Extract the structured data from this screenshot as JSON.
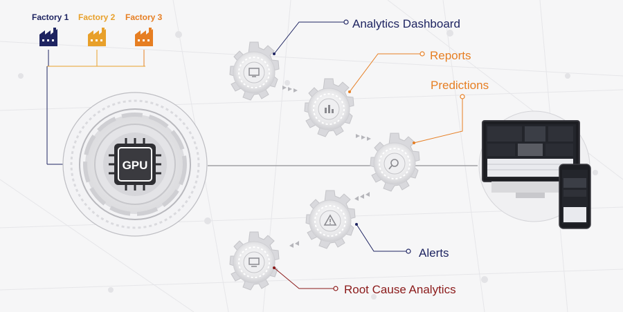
{
  "factories": [
    {
      "label": "Factory 1",
      "color": "#1e2461",
      "icon": "factory-icon"
    },
    {
      "label": "Factory 2",
      "color": "#e8a02a",
      "icon": "factory-icon"
    },
    {
      "label": "Factory 3",
      "color": "#e67e22",
      "icon": "factory-icon"
    }
  ],
  "hub": {
    "label": "GPU",
    "icon": "gpu-chip-icon"
  },
  "outputs": [
    {
      "label": "Analytics Dashboard",
      "color": "#1e2461",
      "icon": "monitor-icon"
    },
    {
      "label": "Reports",
      "color": "#e67e22",
      "icon": "report-chart-icon"
    },
    {
      "label": "Predictions",
      "color": "#e67e22",
      "icon": "magnifier-icon"
    },
    {
      "label": "Alerts",
      "color": "#1e2461",
      "icon": "warning-icon"
    },
    {
      "label": "Root Cause Analytics",
      "color": "#8b1a1a",
      "icon": "computer-icon"
    }
  ],
  "devices": {
    "desktop": "dashboard-monitor",
    "phone": "dashboard-phone"
  },
  "colors": {
    "navy": "#1e2461",
    "orange": "#e67e22",
    "amber": "#e8a02a",
    "maroon": "#8b1a1a",
    "background": "#f6f6f7"
  }
}
